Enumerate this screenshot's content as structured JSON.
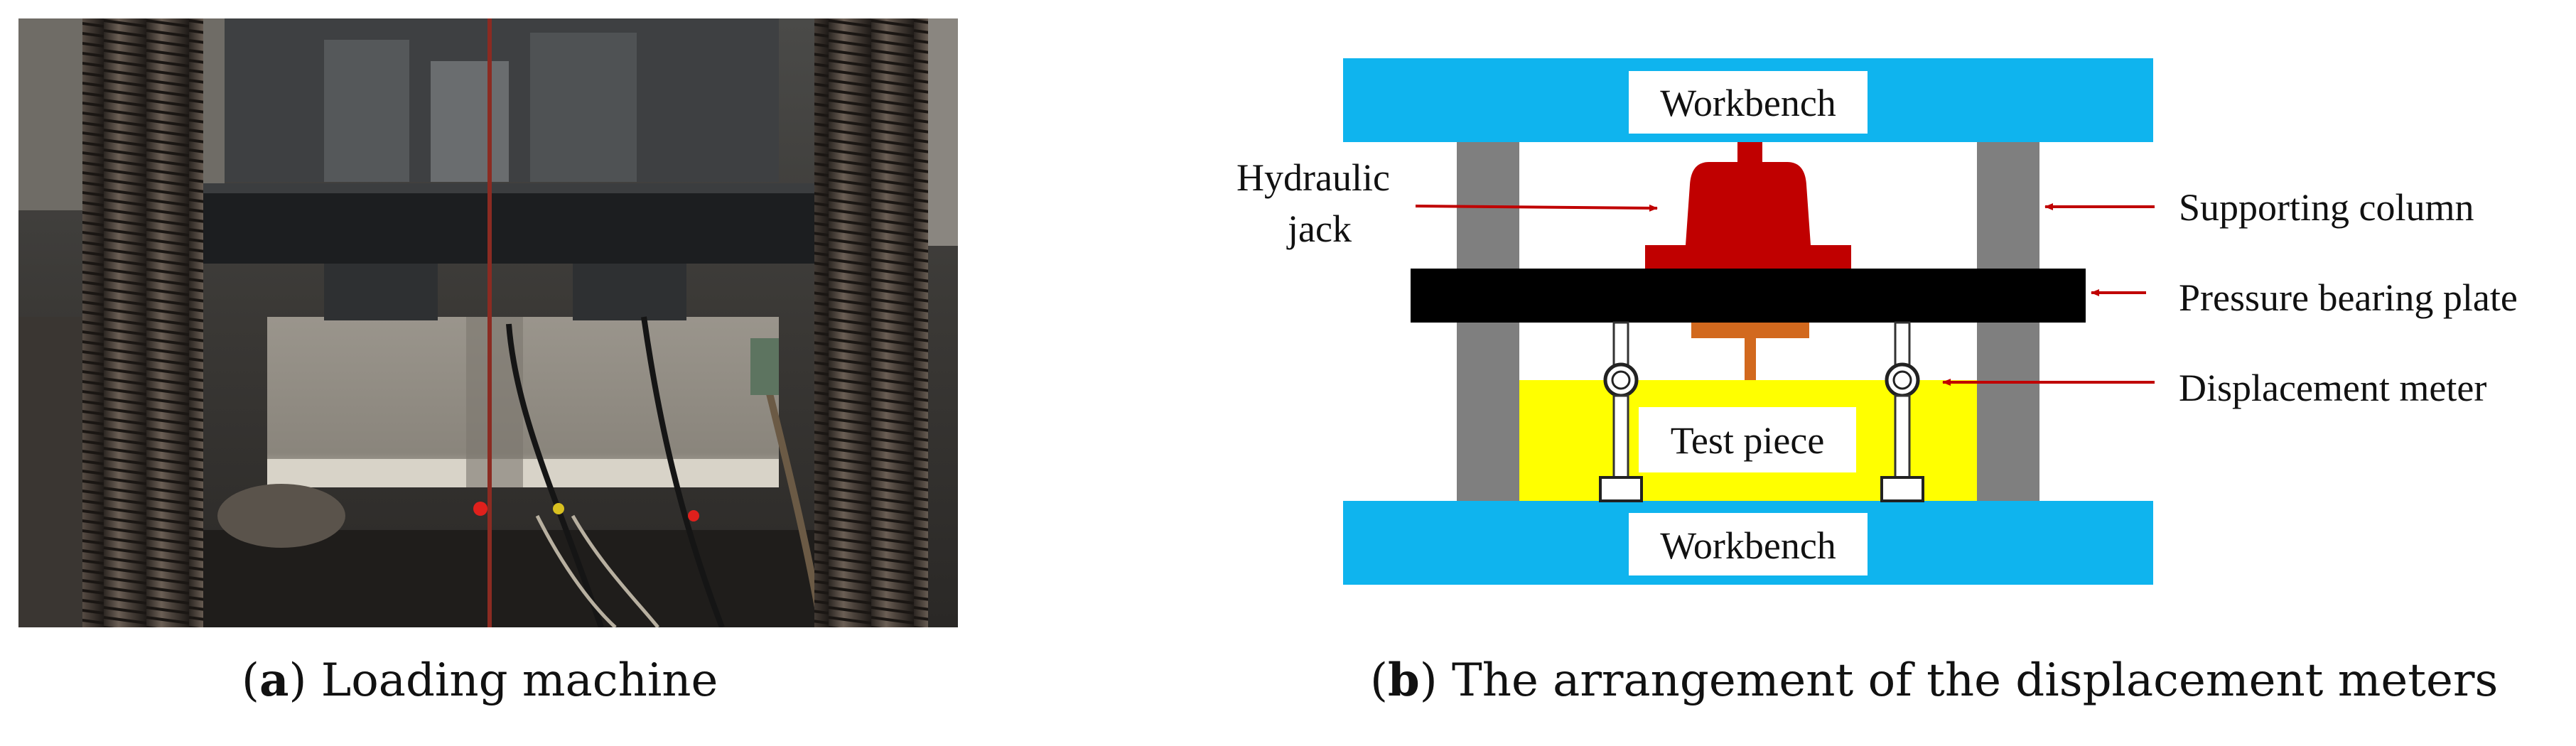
{
  "photo": {
    "caption_letter": "a",
    "caption_text": "Loading machine"
  },
  "schematic": {
    "caption_letter": "b",
    "caption_text": "The arrangement of the displacement meters",
    "labels": {
      "workbench_top": "Workbench",
      "workbench_bottom": "Workbench",
      "hydraulic_jack_line1": "Hydraulic",
      "hydraulic_jack_line2": "jack",
      "supporting_column": "Supporting column",
      "pressure_bearing_plate": "Pressure bearing plate",
      "displacement_meter": "Displacement meter",
      "test_piece": "Test piece"
    },
    "colors": {
      "workbench": "#0FB4EE",
      "column": "#7F7F7F",
      "plate": "#000000",
      "jack": "#C00000",
      "ram": "#D2691E",
      "test_piece": "#FFFF00",
      "arrow": "#C00000"
    }
  }
}
